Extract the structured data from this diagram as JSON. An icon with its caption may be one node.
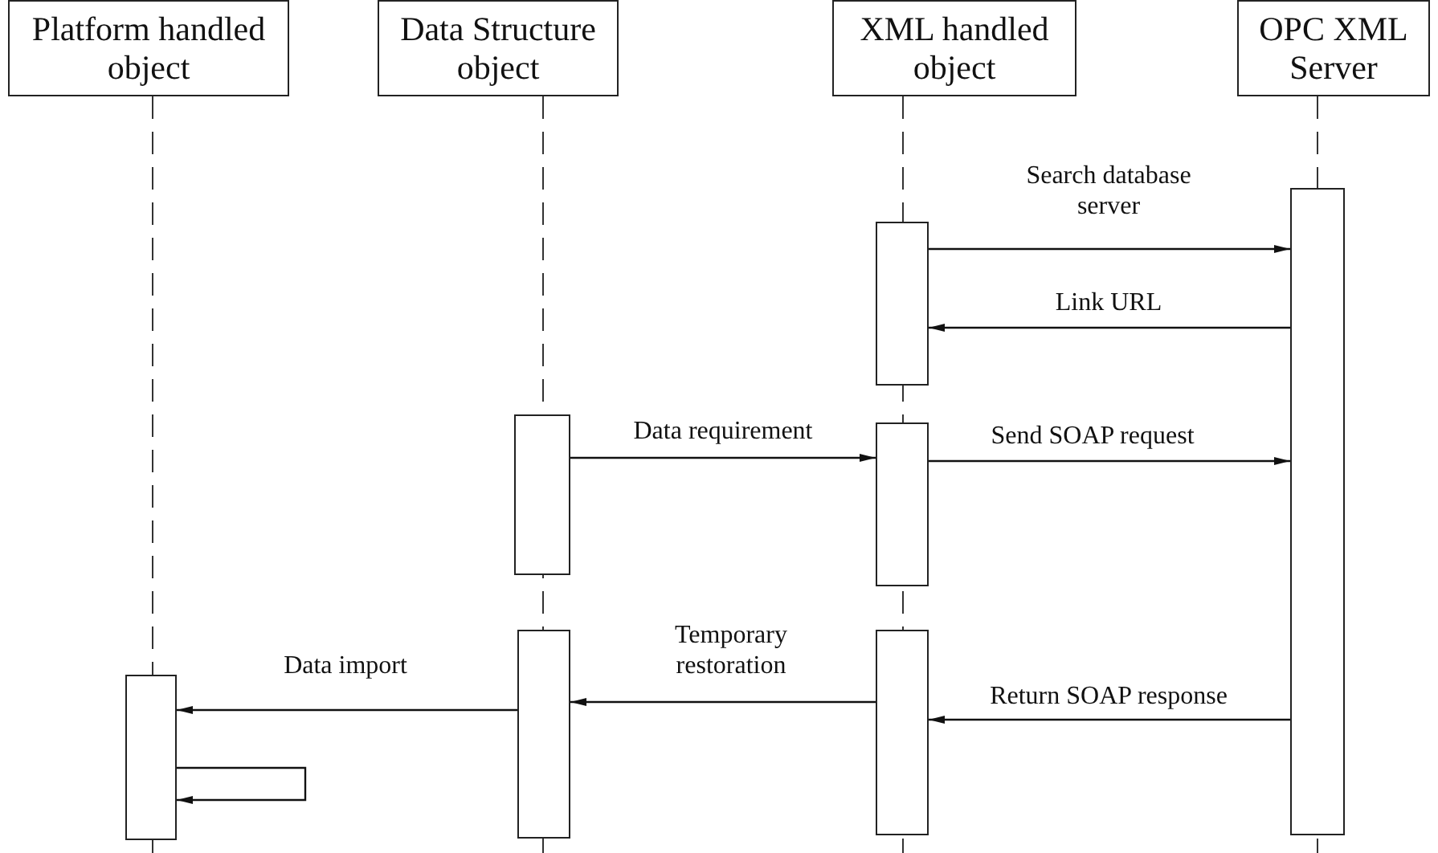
{
  "diagram": {
    "nodes": [
      {
        "text": [
          "Platform handled object"
        ]
      },
      {
        "text": [
          "Data Structure object"
        ]
      },
      {
        "text": [
          "XML handled object"
        ]
      },
      {
        "text": [
          "OPC XML Server"
        ]
      },
      {
        "text": [],
        "shape": "bar"
      },
      {
        "text": [],
        "shape": "bar"
      },
      {
        "text": [],
        "shape": "bar"
      },
      {
        "text": [],
        "shape": "bar"
      },
      {
        "text": [],
        "shape": "bar"
      },
      {
        "text": [],
        "shape": "bar"
      },
      {
        "text": [],
        "shape": "bar"
      }
    ],
    "edges": [
      {
        "from": 5,
        "to": 4,
        "arrow": "to",
        "label": "Search database server"
      },
      {
        "from": 4,
        "to": 5,
        "arrow": "to",
        "label": "Link URL"
      },
      {
        "from": 6,
        "to": 7,
        "arrow": "to",
        "label": "Data requirement"
      },
      {
        "from": 7,
        "to": 4,
        "arrow": "to",
        "label": "Send SOAP request"
      },
      {
        "from": 9,
        "to": 8,
        "arrow": "to",
        "label": "Temporary restoration"
      },
      {
        "from": 4,
        "to": 9,
        "arrow": "to",
        "label": "Return SOAP response"
      },
      {
        "from": 8,
        "to": 10,
        "arrow": "to",
        "label": "Data import"
      },
      {
        "from": 10,
        "to": 10,
        "arrow": "to"
      }
    ]
  }
}
